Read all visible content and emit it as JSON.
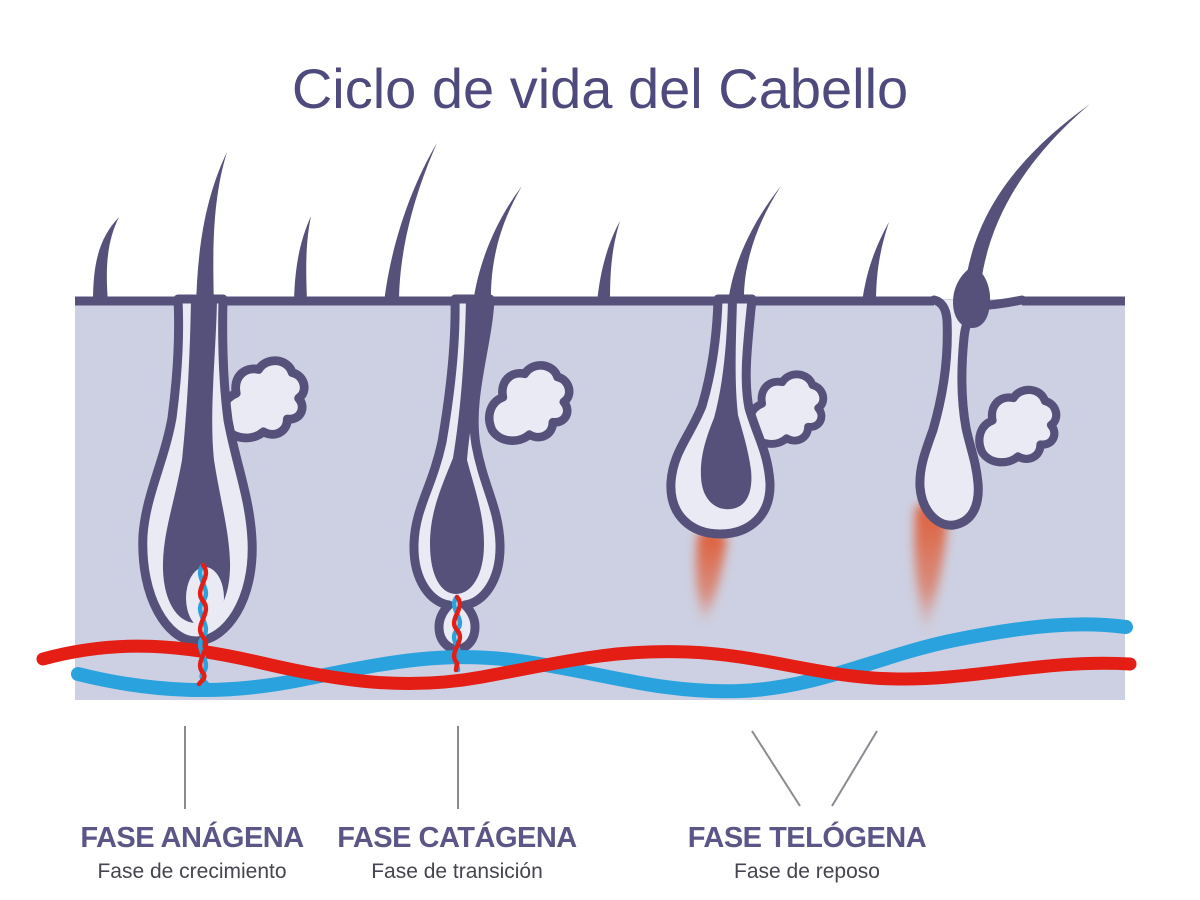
{
  "title": "Ciclo de vida del Cabello",
  "diagram": {
    "phases": [
      {
        "name": "FASE ANÁGENA",
        "description": "Fase de crecimiento"
      },
      {
        "name": "FASE CATÁGENA",
        "description": "Fase de transición"
      },
      {
        "name": "FASE TELÓGENA",
        "description": "Fase de reposo"
      }
    ],
    "colors": {
      "background": "#ffffff",
      "title-text": "#4e4a7d",
      "label-text": "#5b5687",
      "sub-text": "#45444f",
      "outline": "#55517a",
      "skin": "#cdd0e2",
      "follicle-fill": "#e9eaf4",
      "artery-red": "#e41d15",
      "vein-blue": "#2aa2de",
      "papilla-orange": "#e0572e",
      "pointer-line": "#8a8a92"
    }
  }
}
